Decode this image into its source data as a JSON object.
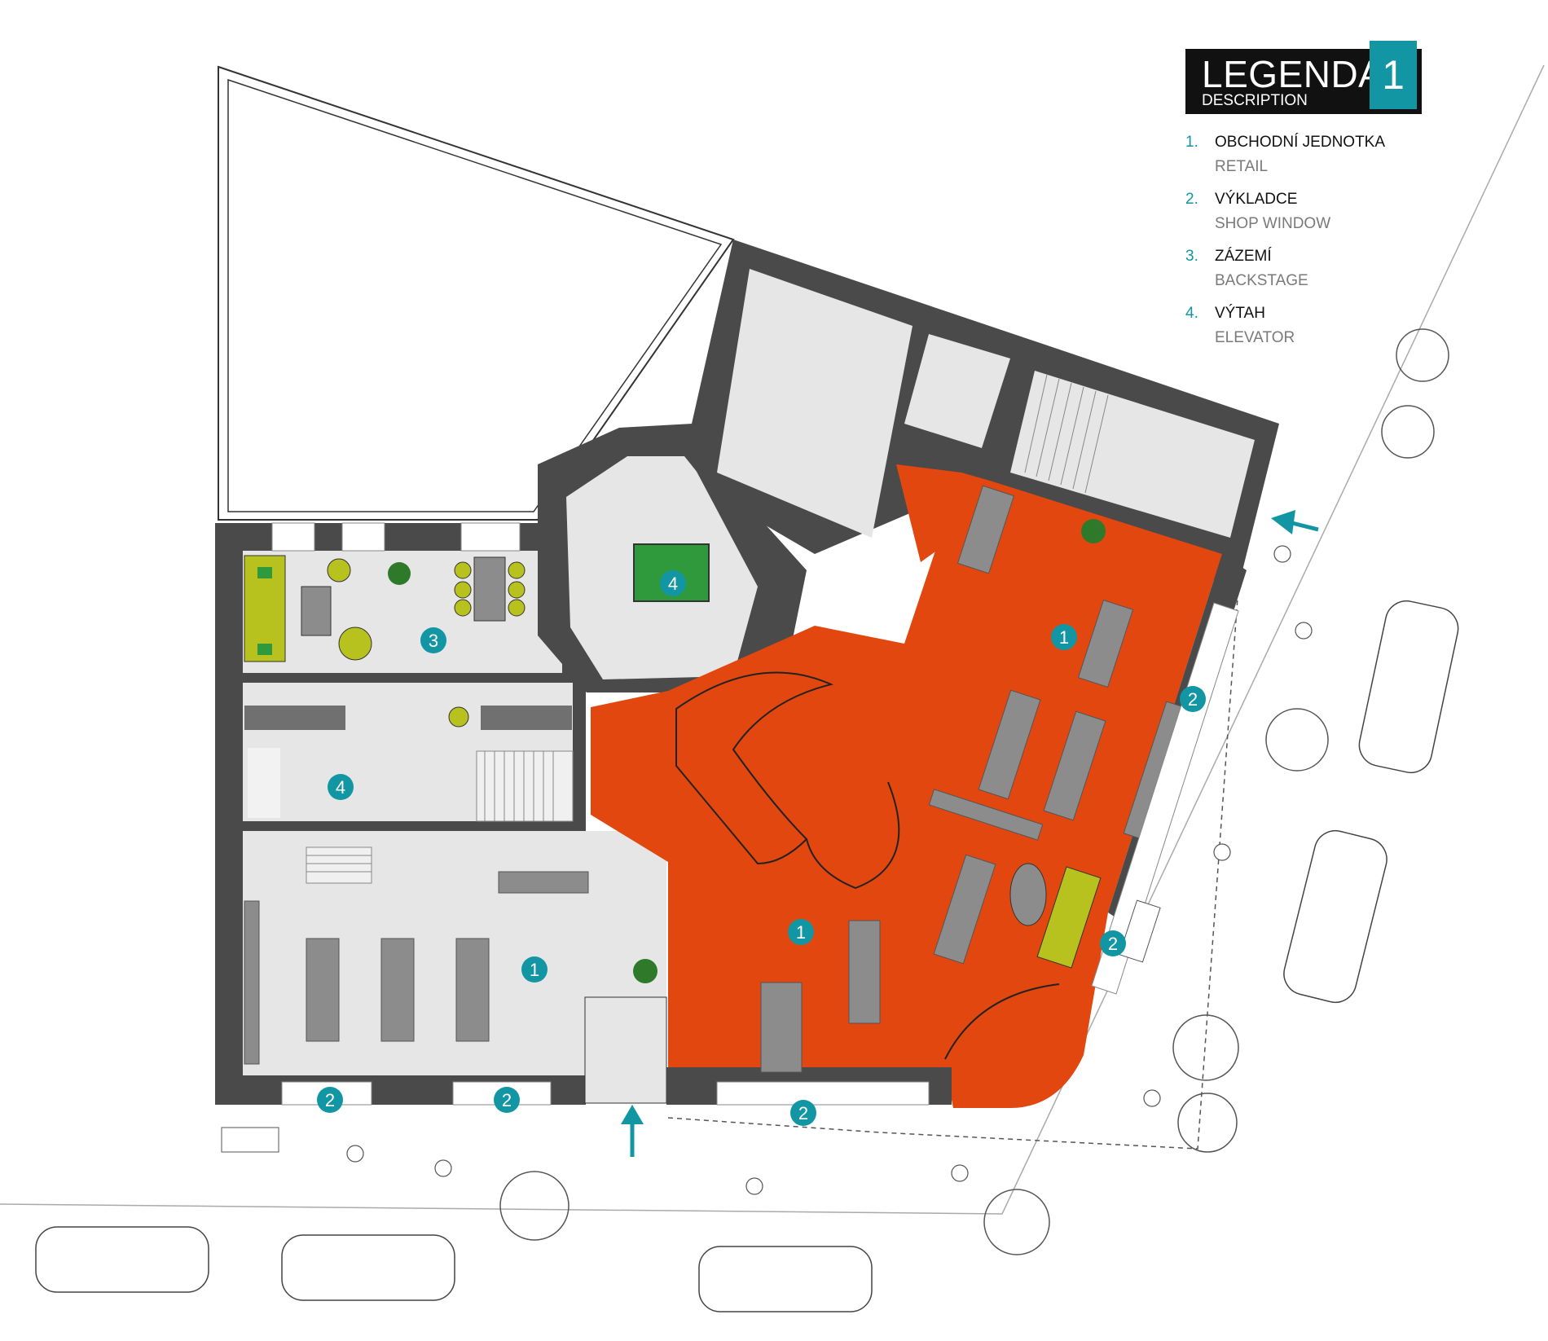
{
  "legend": {
    "title": "LEGENDA",
    "subtitle": "DESCRIPTION",
    "number": "1",
    "items": [
      {
        "num": "1.",
        "cz": "OBCHODNÍ JEDNOTKA",
        "en": "RETAIL"
      },
      {
        "num": "2.",
        "cz": "VÝKLADCE",
        "en": "SHOP WINDOW"
      },
      {
        "num": "3.",
        "cz": "ZÁZEMÍ",
        "en": "BACKSTAGE"
      },
      {
        "num": "4.",
        "cz": "VÝTAH",
        "en": "ELEVATOR"
      }
    ]
  },
  "markers": {
    "retail": "1",
    "shop_window": "2",
    "backstage": "3",
    "elevator": "4"
  },
  "colors": {
    "wall": "#4a4a4a",
    "floor": "#e6e6e6",
    "retail": "#e2470f",
    "accent": "#1296a4",
    "elevator": "#2e9a3c",
    "furniture_green": "#b8c21e",
    "shelf": "#8c8c8c"
  }
}
